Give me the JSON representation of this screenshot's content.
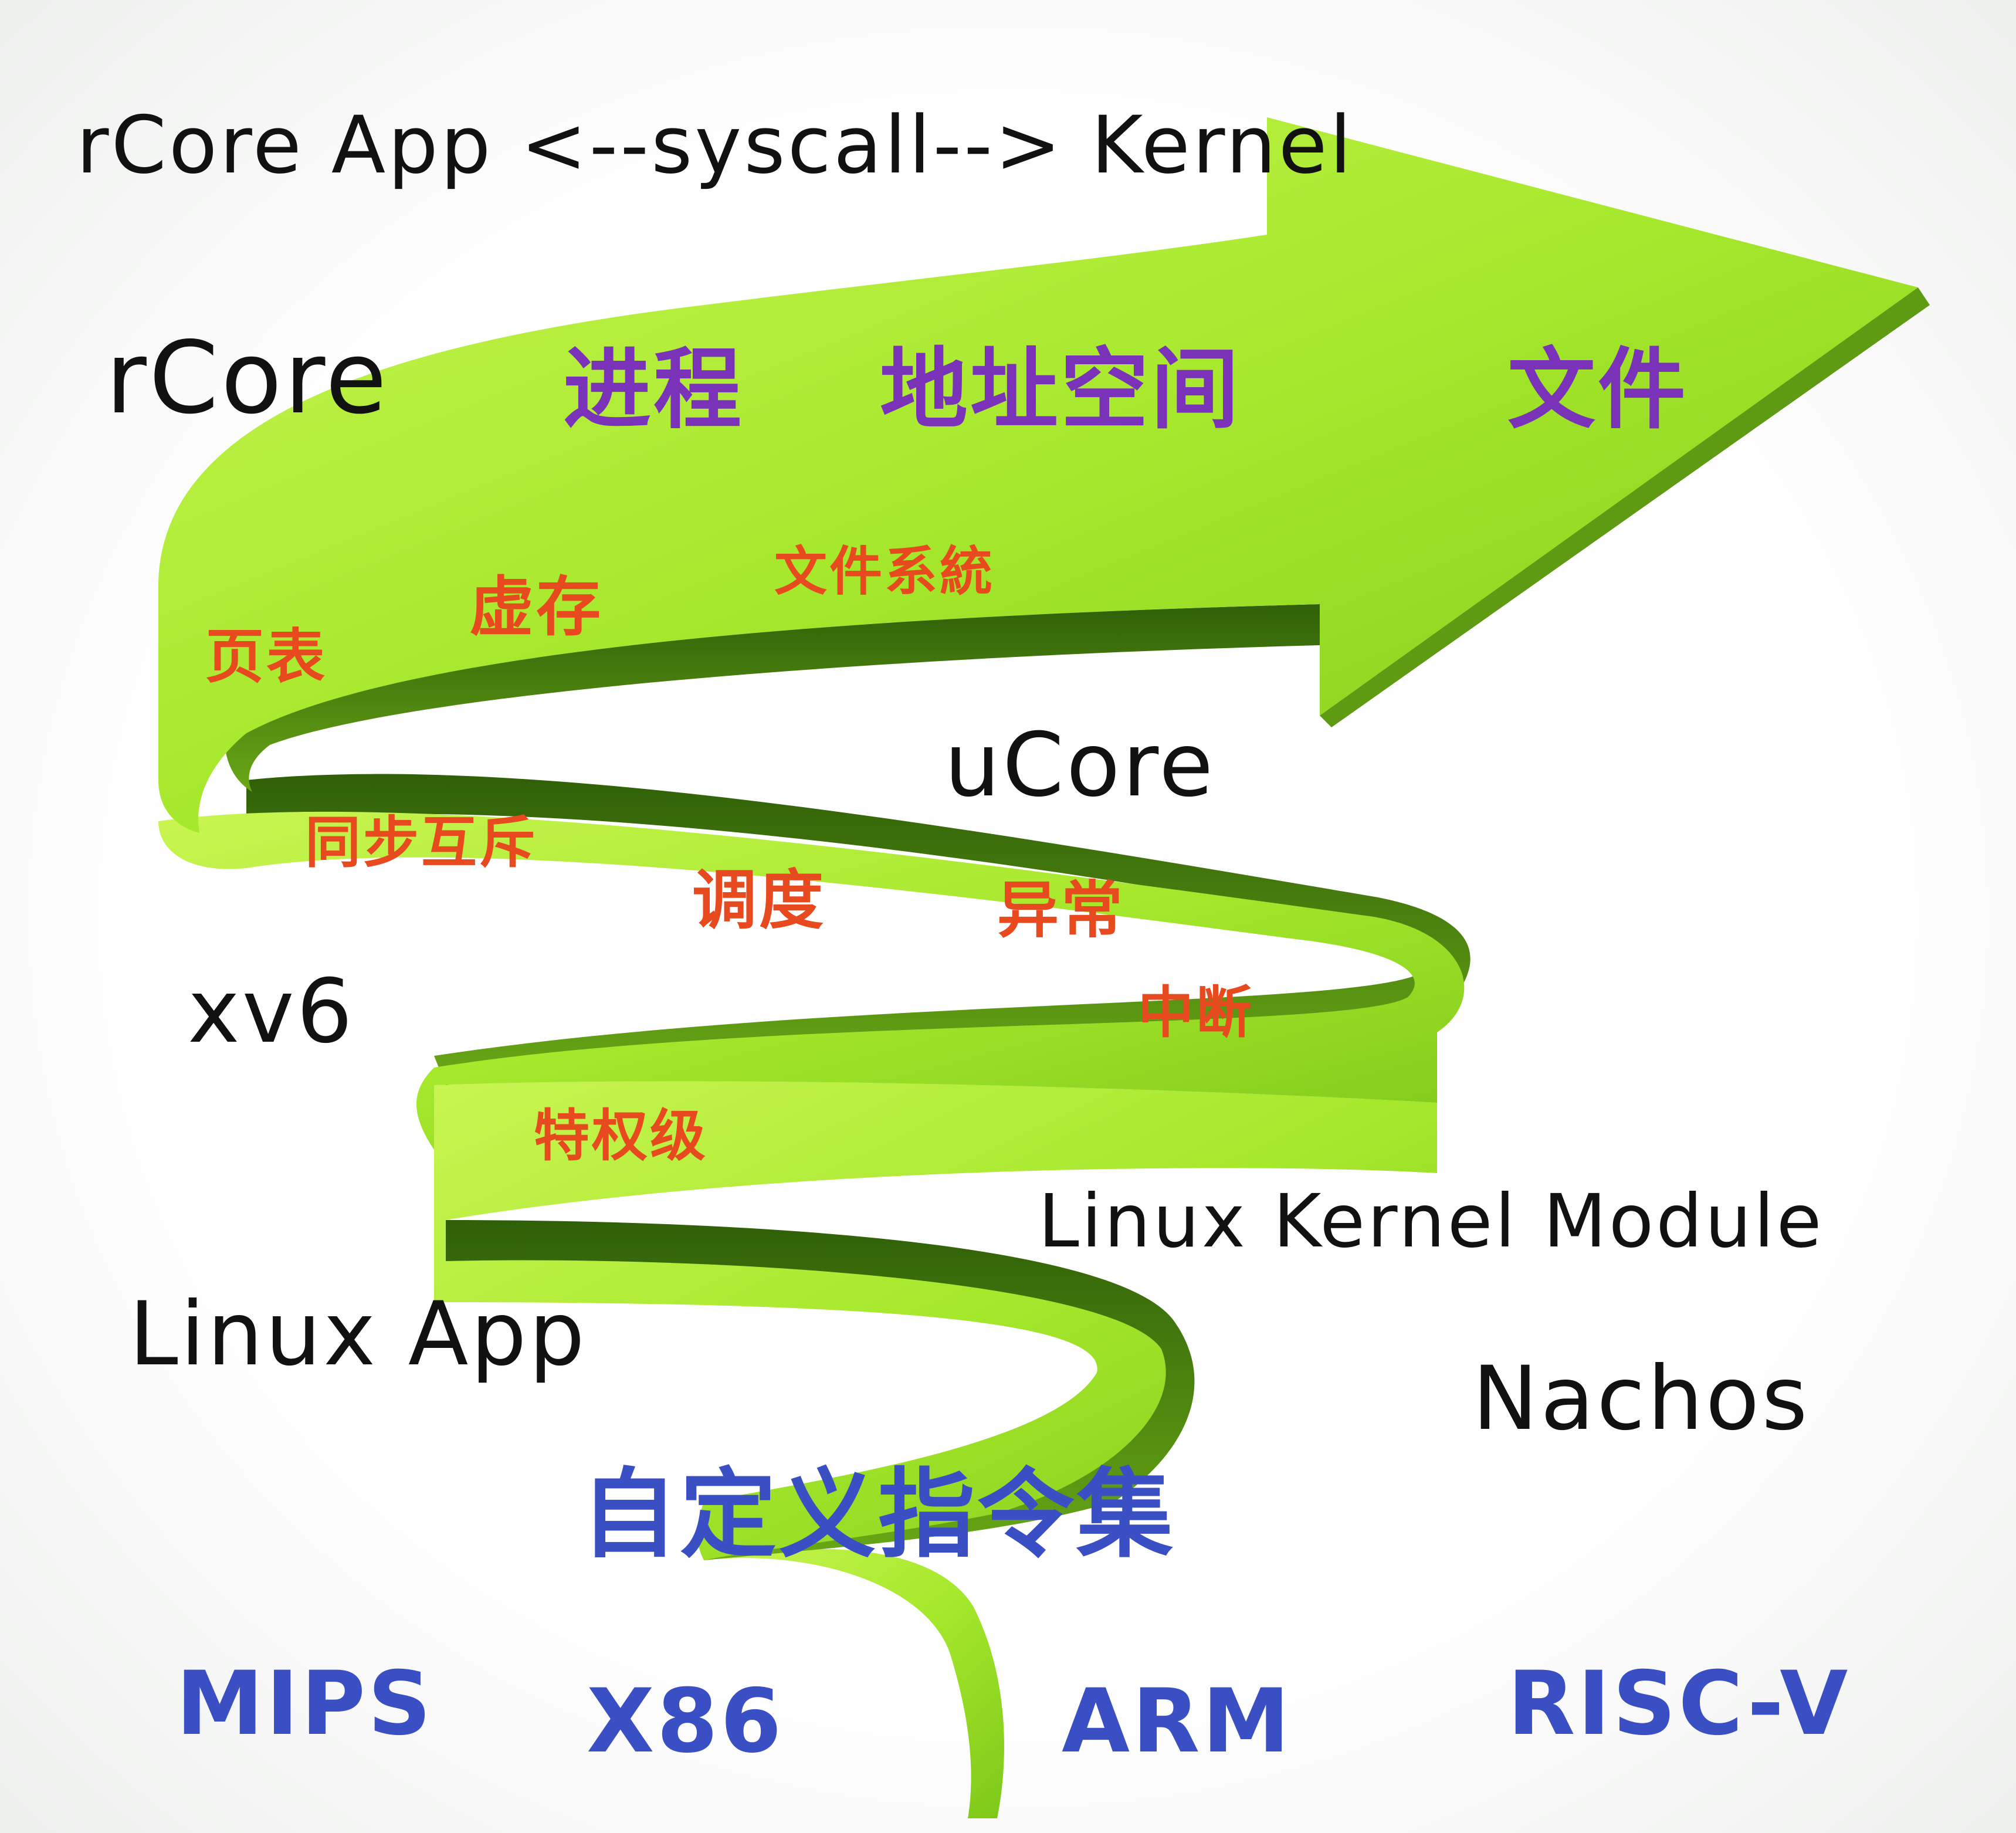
{
  "colors": {
    "arrow_light": "#b5f23a",
    "arrow_mid": "#8ad11f",
    "arrow_dark": "#3f7a0c",
    "text_black": "#111111",
    "text_purple": "#7a33b8",
    "text_orange": "#e64a1e",
    "text_blue": "#3b4fc4"
  },
  "labels": {
    "rcore_app_kernel": "rCore App <--syscall--> Kernel",
    "rcore": "rCore",
    "top_concepts": [
      "进程",
      "地址空间",
      "文件"
    ],
    "page_table": "页表",
    "virtual_memory": "虚存",
    "file_system": "文件系統",
    "ucore": "uCore",
    "sync_mutex": "同步互斥",
    "scheduling": "调度",
    "exception": "异常",
    "xv6": "xv6",
    "interrupt": "中断",
    "privilege_level": "特权级",
    "linux_kernel_module": "Linux Kernel Module",
    "linux_app": "Linux App",
    "nachos": "Nachos",
    "custom_isa": "自定义指令集",
    "isa_list": [
      "MIPS",
      "X86",
      "ARM",
      "RISC-V"
    ]
  }
}
